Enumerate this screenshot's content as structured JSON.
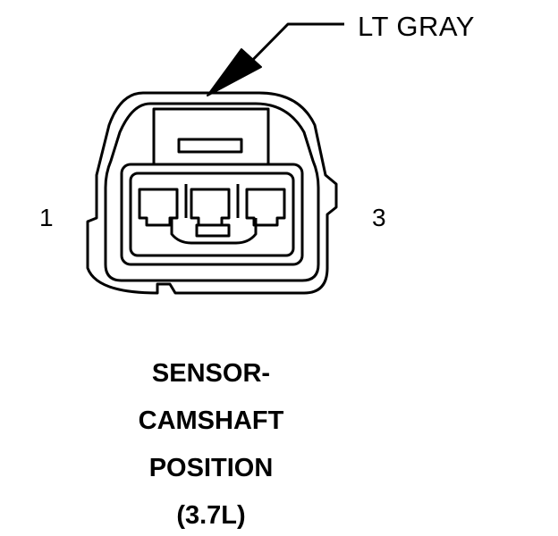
{
  "callout": {
    "color_label": "LT GRAY"
  },
  "pins": {
    "left": "1",
    "right": "3"
  },
  "caption": {
    "line1": "SENSOR-",
    "line2": "CAMSHAFT",
    "line3": "POSITION",
    "line4": "(3.7L)"
  }
}
